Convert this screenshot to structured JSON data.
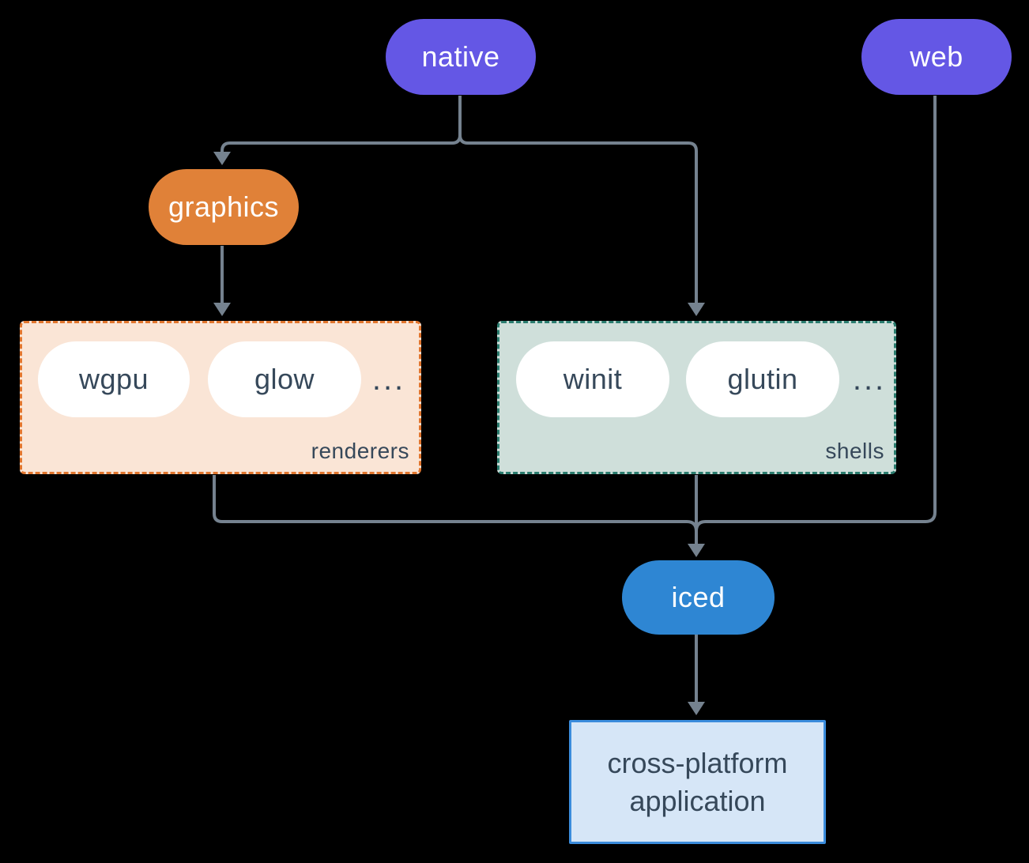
{
  "canvas": {
    "background": "#000000"
  },
  "colors": {
    "node_purple": "#6457e5",
    "node_orange": "#e08138",
    "node_blue": "#2e86d3",
    "white_pill": "#ffffff",
    "renderers_box_bg": "#fae5d6",
    "renderers_box_border": "#e2762e",
    "shells_box_bg": "#cfdfda",
    "shells_box_border": "#2b7d6f",
    "app_box_bg": "#d6e6f7",
    "app_box_border": "#3b8cdc",
    "connector_gray": "#75828f",
    "dark_text": "#36485a"
  },
  "nodes": {
    "native": {
      "label": "native"
    },
    "web": {
      "label": "web"
    },
    "graphics": {
      "label": "graphics"
    },
    "iced": {
      "label": "iced"
    },
    "app": {
      "line1": "cross-platform",
      "line2": "application"
    }
  },
  "groups": {
    "renderers": {
      "label": "renderers",
      "items": {
        "wgpu": "wgpu",
        "glow": "glow"
      },
      "ellipsis": "..."
    },
    "shells": {
      "label": "shells",
      "items": {
        "winit": "winit",
        "glutin": "glutin"
      },
      "ellipsis": "..."
    }
  }
}
